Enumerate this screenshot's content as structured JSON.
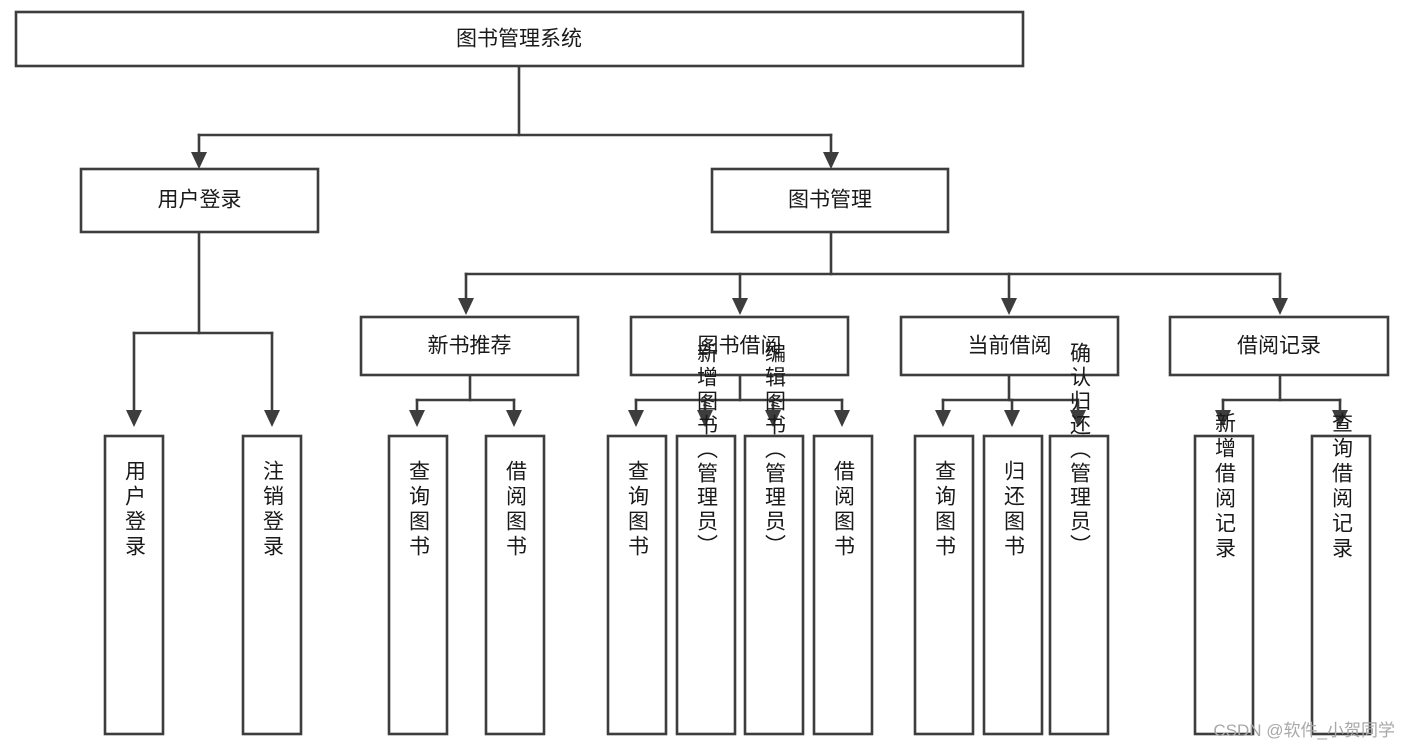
{
  "diagram": {
    "type": "tree-hierarchy",
    "title": "图书管理系统",
    "watermark": "CSDN @软件_小贺同学",
    "colors": {
      "box_stroke": "#3d3d3d",
      "box_fill": "#ffffff",
      "text": "#1a1a1a",
      "background": "#ffffff",
      "watermark": "#a8a8a8"
    },
    "levels": {
      "root": {
        "label": "图书管理系统"
      },
      "level2": [
        {
          "id": "user-login",
          "label": "用户登录"
        },
        {
          "id": "book-management",
          "label": "图书管理"
        }
      ],
      "level3": [
        {
          "id": "new-book-recommend",
          "label": "新书推荐",
          "parent": "book-management"
        },
        {
          "id": "book-borrow",
          "label": "图书借阅",
          "parent": "book-management"
        },
        {
          "id": "current-borrow",
          "label": "当前借阅",
          "parent": "book-management"
        },
        {
          "id": "borrow-record",
          "label": "借阅记录",
          "parent": "book-management"
        }
      ],
      "leaves": [
        {
          "id": "leaf-user-login",
          "label": "用户登录",
          "parent": "user-login"
        },
        {
          "id": "leaf-logout-login",
          "label": "注销登录",
          "parent": "user-login"
        },
        {
          "id": "leaf-query-book-1",
          "label": "查询图书",
          "parent": "new-book-recommend"
        },
        {
          "id": "leaf-borrow-book-1",
          "label": "借阅图书",
          "parent": "new-book-recommend"
        },
        {
          "id": "leaf-query-book-2",
          "label": "查询图书",
          "parent": "book-borrow"
        },
        {
          "id": "leaf-add-book",
          "label": "新增图书（管理员）",
          "parent": "book-borrow"
        },
        {
          "id": "leaf-edit-book",
          "label": "编辑图书（管理员）",
          "parent": "book-borrow"
        },
        {
          "id": "leaf-borrow-book-2",
          "label": "借阅图书",
          "parent": "book-borrow"
        },
        {
          "id": "leaf-query-book-3",
          "label": "查询图书",
          "parent": "current-borrow"
        },
        {
          "id": "leaf-return-book",
          "label": "归还图书",
          "parent": "current-borrow"
        },
        {
          "id": "leaf-confirm-return",
          "label": "确认归还（管理员）",
          "parent": "current-borrow"
        },
        {
          "id": "leaf-add-record",
          "label": "新增借阅记录",
          "parent": "borrow-record"
        },
        {
          "id": "leaf-query-record",
          "label": "查询借阅记录",
          "parent": "borrow-record"
        }
      ]
    }
  }
}
